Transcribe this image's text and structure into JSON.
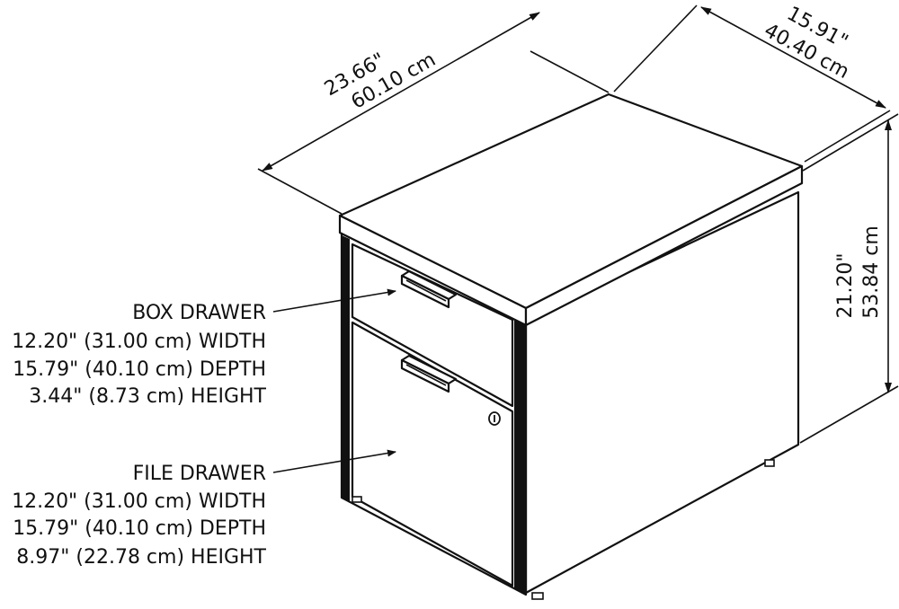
{
  "dimensions": {
    "width": {
      "in": "23.66\"",
      "cm": "60.10 cm"
    },
    "depth": {
      "in": "15.91\"",
      "cm": "40.40 cm"
    },
    "height": {
      "in": "21.20\"",
      "cm": "53.84 cm"
    }
  },
  "box_drawer": {
    "title": "BOX DRAWER",
    "width": "12.20\" (31.00 cm) WIDTH",
    "depth": "15.79\" (40.10 cm) DEPTH",
    "height": "3.44\" (8.73 cm) HEIGHT"
  },
  "file_drawer": {
    "title": "FILE DRAWER",
    "width": "12.20\" (31.00 cm) WIDTH",
    "depth": "15.79\" (40.10 cm) DEPTH",
    "height": "8.97\" (22.78 cm) HEIGHT"
  },
  "colors": {
    "line": "#111111",
    "background": "#ffffff"
  }
}
